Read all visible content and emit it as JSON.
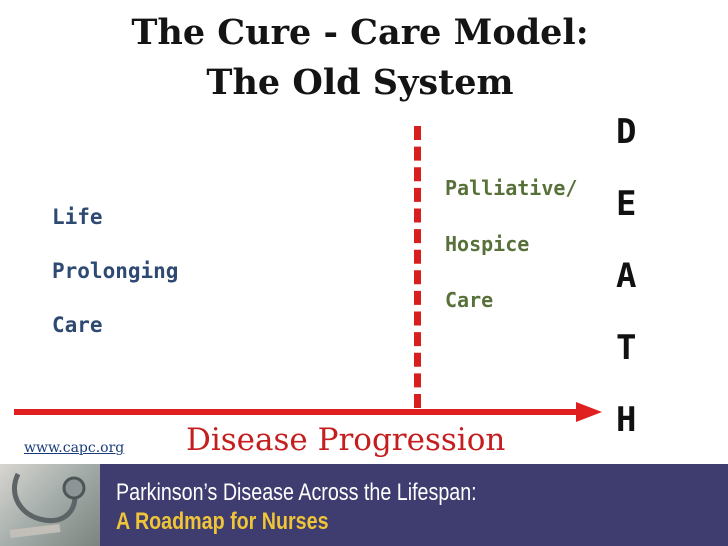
{
  "title": {
    "line1": "The Cure - Care Model:",
    "line2": "The Old System"
  },
  "left_label": {
    "lines": [
      "Life",
      "Prolonging",
      "Care"
    ]
  },
  "right_label": {
    "lines": [
      "Palliative/",
      "Hospice",
      "Care"
    ]
  },
  "death_letters": [
    "D",
    "E",
    "A",
    "T",
    "H"
  ],
  "axis_label": "Disease Progression",
  "source_link": "www.capc.org",
  "banner": {
    "line1": "Parkinson’s Disease Across the Lifespan:",
    "line2": "A Roadmap for Nurses"
  },
  "colors": {
    "arrow": "#e02020",
    "divider": "#d81e1e",
    "left_label": "#2e4a73",
    "right_label": "#58713a",
    "banner_bg": "#3f3c6f",
    "banner_accent": "#f0c437"
  }
}
